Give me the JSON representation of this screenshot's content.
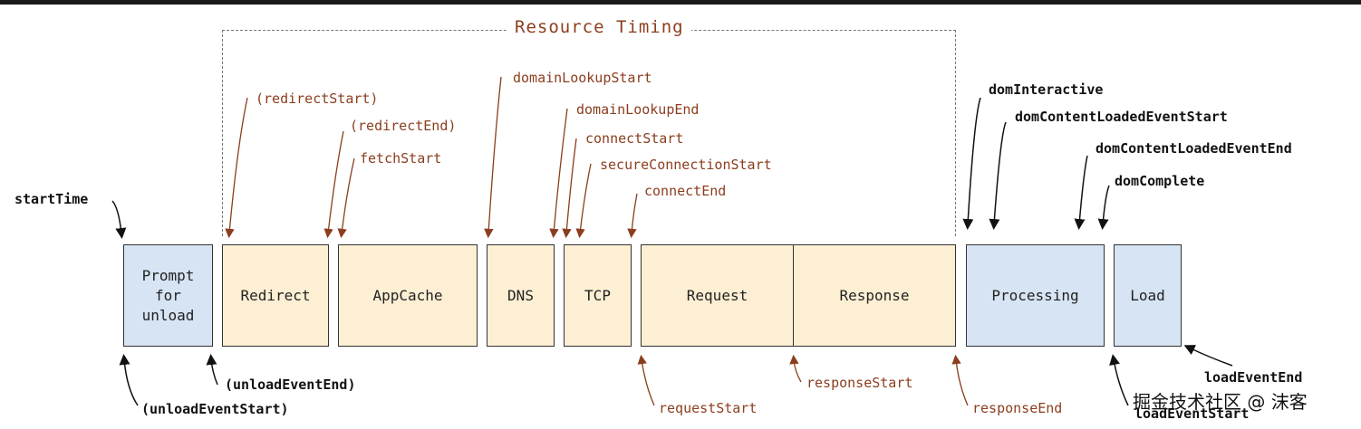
{
  "title": "Resource Timing",
  "boxes": {
    "prompt": "Prompt\nfor\nunload",
    "redirect": "Redirect",
    "appcache": "AppCache",
    "dns": "DNS",
    "tcp": "TCP",
    "request": "Request",
    "response": "Response",
    "processing": "Processing",
    "load": "Load"
  },
  "labels": {
    "startTime": "startTime",
    "redirectStart": "(redirectStart)",
    "redirectEnd": "(redirectEnd)",
    "fetchStart": "fetchStart",
    "domainLookupStart": "domainLookupStart",
    "domainLookupEnd": "domainLookupEnd",
    "connectStart": "connectStart",
    "secureConnectionStart": "secureConnectionStart",
    "connectEnd": "connectEnd",
    "domInteractive": "domInteractive",
    "domContentLoadedEventStart": "domContentLoadedEventStart",
    "domContentLoadedEventEnd": "domContentLoadedEventEnd",
    "domComplete": "domComplete",
    "unloadEventEnd": "(unloadEventEnd)",
    "unloadEventStart": "(unloadEventStart)",
    "requestStart": "requestStart",
    "responseStart": "responseStart",
    "responseEnd": "responseEnd",
    "loadEventEnd": "loadEventEnd",
    "loadEventStart": "loadEventStart"
  },
  "watermark": "掘金技术社区 @ 沫客",
  "colors": {
    "phase_fill": "#fdefd3",
    "browser_fill": "#d6e4f3",
    "resource_label": "#8b3e1e",
    "browser_label": "#111111"
  }
}
